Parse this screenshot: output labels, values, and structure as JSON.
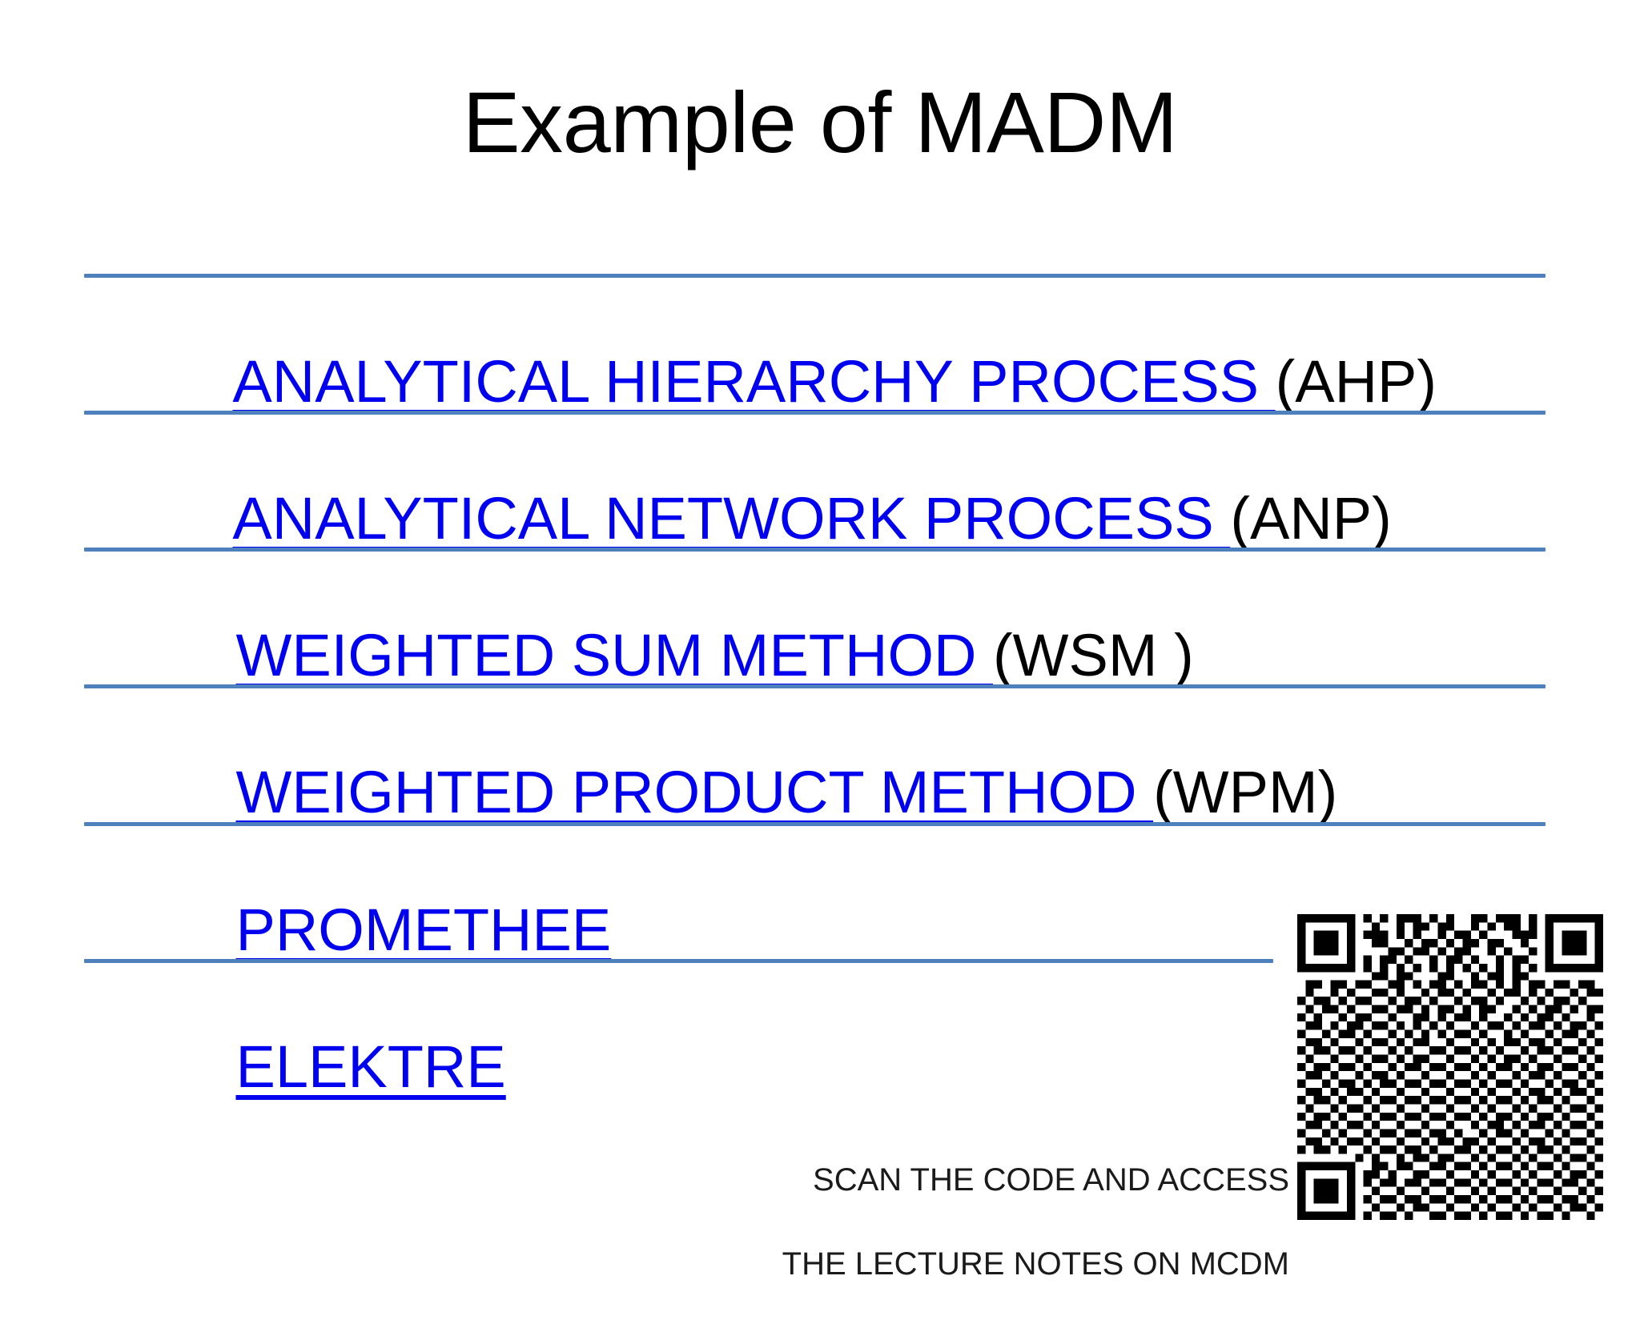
{
  "slide": {
    "title": "Example of MADM",
    "background_color": "#FFFFFF",
    "divider_color": "#4E80BD",
    "link_color": "#0000F0",
    "text_color": "#000000"
  },
  "methods": [
    {
      "link_text": "ANALYTICAL HIERARCHY PROCESS ",
      "suffix": "(AHP)",
      "divider": "long"
    },
    {
      "link_text": "ANALYTICAL NETWORK PROCESS ",
      "suffix": "(ANP)",
      "divider": "long"
    },
    {
      "link_text": "WEIGHTED SUM METHOD ",
      "suffix": "(WSM )",
      "divider": "long"
    },
    {
      "link_text": "WEIGHTED PRODUCT METHOD ",
      "suffix": "(WPM)",
      "divider": "long"
    },
    {
      "link_text": "PROMETHEE",
      "suffix": "",
      "divider": "long"
    },
    {
      "link_text": "ELEKTRE",
      "suffix": "",
      "divider": "short"
    }
  ],
  "qr": {
    "icon": "qr-code-icon",
    "caption_line_1": "SCAN THE CODE AND ACCESS",
    "caption_line_2": "THE LECTURE NOTES ON MCDM",
    "modules": 37,
    "matrix": [
      "1111111010101110101001101110101111111",
      "1000001001001011011001010110101000001",
      "1011101011101010010110100011101011101",
      "1011101001100101101011011001001011101",
      "1011101000011011010110010100101011101",
      "1000001010110100101101001011001000001",
      "1111111010101010101010101010101111111",
      "0000000001101100011001011011000000000",
      "0110110110011010110101101010110110110",
      "0100101001101001011010010110101001011",
      "1011010110010110100101101001010110100",
      "0101101001101101011010110010101101011",
      "1010010110010011010110100101011010010",
      "0110101101101010101001011010110101101",
      "1001011010010101010110100101001011010",
      "0110100101101011001001010110110100101",
      "1011011010010100110110101001011011010",
      "0100100101101011001001010110100100101",
      "1011011010010110110110101101011011010",
      "0110100101101001001001010010110100101",
      "1001011010110110110110101101001011010",
      "0110101101001001001001010010110101101",
      "1011010010110110110110101101011010010",
      "0100101101001001001001010010100101101",
      "1011010010110110110110101101011010010",
      "0110101101001001001001011010110101101",
      "1001010010110110110100101101001010010",
      "0110101101001001011011010010110101101",
      "1011010010110110100110101101011010010",
      "0000000101001011011001010010100101101",
      "1111111001101100110110101101011010010",
      "1000001011010011001001010010100101101",
      "1011101010110110110110101101011011010",
      "1011101001001001001001010010100100101",
      "1011101010110110110110101101011011010",
      "1000001001001011001001010010100101101",
      "1111111010110100110110101101011010010"
    ]
  }
}
